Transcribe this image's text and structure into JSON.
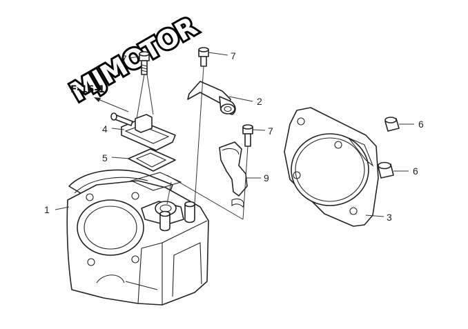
{
  "logo": {
    "text": "MJMOTOR"
  },
  "reference": {
    "text": "F-16-1"
  },
  "callouts": [
    {
      "id": "1",
      "label": "1"
    },
    {
      "id": "2",
      "label": "2"
    },
    {
      "id": "3",
      "label": "3"
    },
    {
      "id": "4",
      "label": "4"
    },
    {
      "id": "5",
      "label": "5"
    },
    {
      "id": "6a",
      "label": "6"
    },
    {
      "id": "6b",
      "label": "6"
    },
    {
      "id": "7a",
      "label": "7"
    },
    {
      "id": "7b",
      "label": "7"
    },
    {
      "id": "9",
      "label": "9"
    }
  ]
}
